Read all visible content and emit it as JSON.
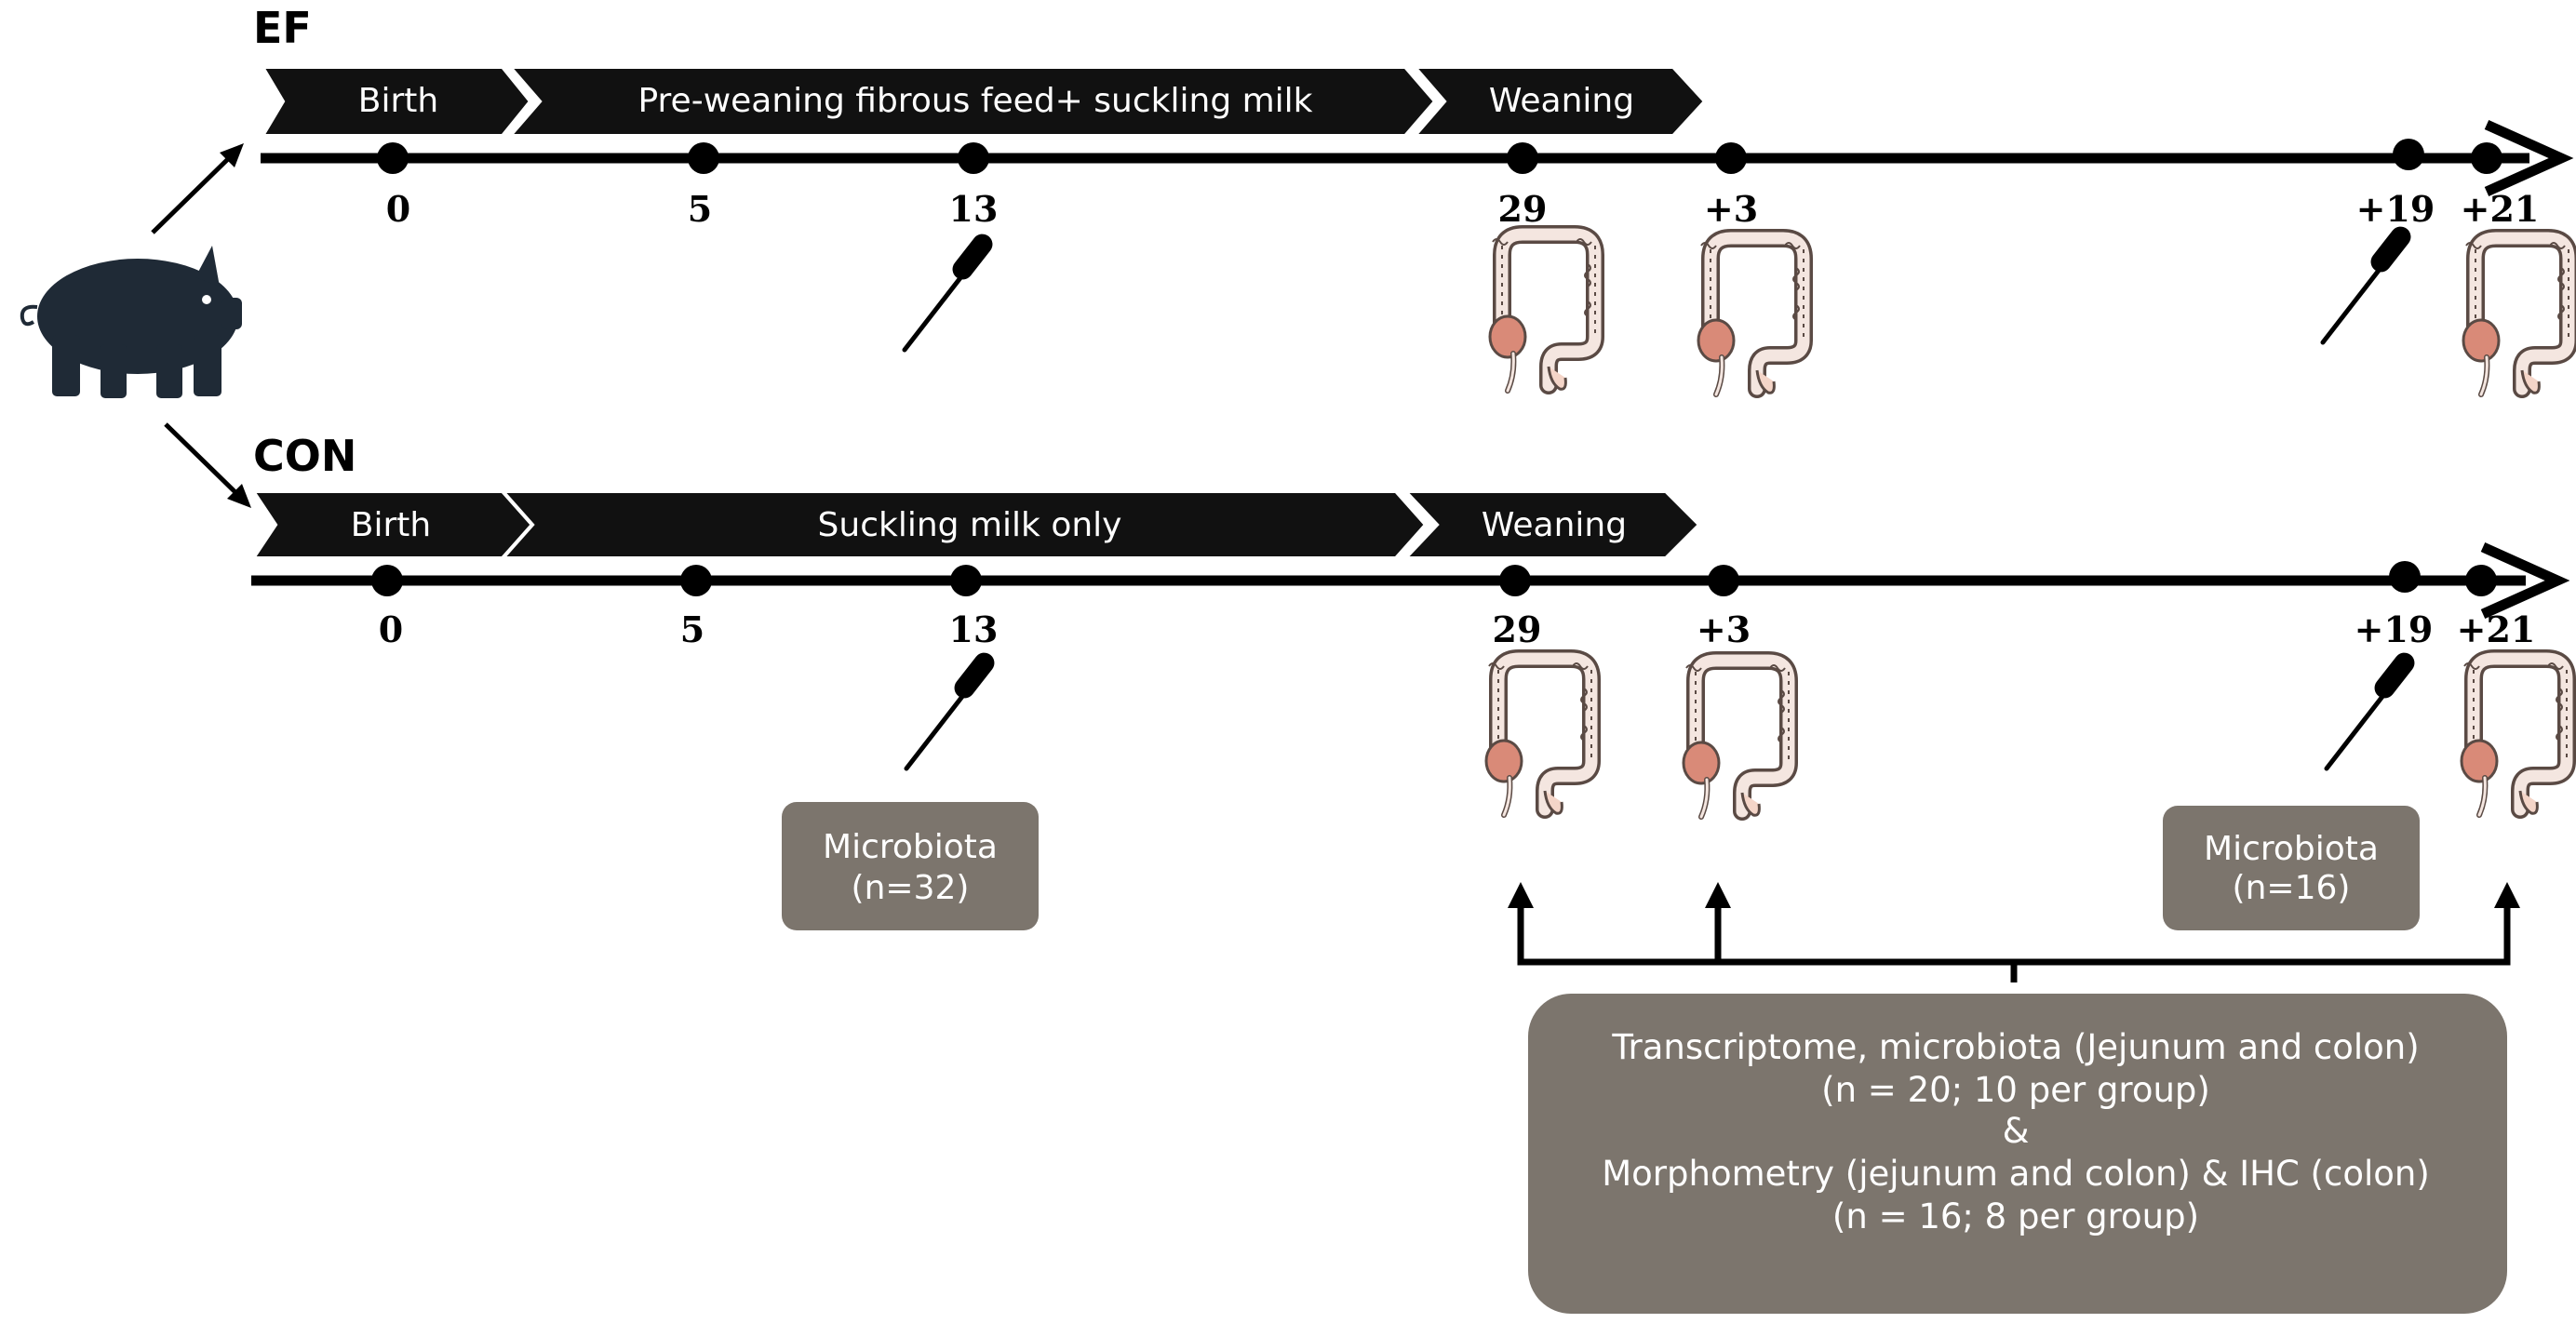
{
  "groups": [
    {
      "label": "EF",
      "phases": [
        "Birth",
        "Pre-weaning fibrous feed+ suckling milk",
        "Weaning"
      ],
      "ticks": [
        "0",
        "5",
        "13",
        "29",
        "+3",
        "+19",
        "+21"
      ]
    },
    {
      "label": "CON",
      "phases": [
        "Birth",
        "Suckling milk only",
        "Weaning"
      ],
      "ticks": [
        "0",
        "5",
        "13",
        "29",
        "+3",
        "+19",
        "+21"
      ]
    }
  ],
  "icons": {
    "animal": "pig-icon",
    "sampling": "swab-icon",
    "organ": "intestine-icon"
  },
  "boxes": {
    "microbiota_early": [
      "Microbiota",
      "(n=32)"
    ],
    "microbiota_late": [
      "Microbiota",
      "(n=16)"
    ],
    "summary": [
      "Transcriptome, microbiota (Jejunum and colon)",
      "(n = 20; 10 per group)",
      "&",
      "Morphometry (jejunum and colon) & IHC (colon)",
      "(n = 16; 8 per group)"
    ]
  },
  "colors": {
    "phase_bar": "#111111",
    "info_box": "#7c756d",
    "intestine_outline": "#5a4a44",
    "intestine_fill": "#f4e6e0",
    "intestine_accent": "#d98a78",
    "pig": "#1f2a36"
  }
}
